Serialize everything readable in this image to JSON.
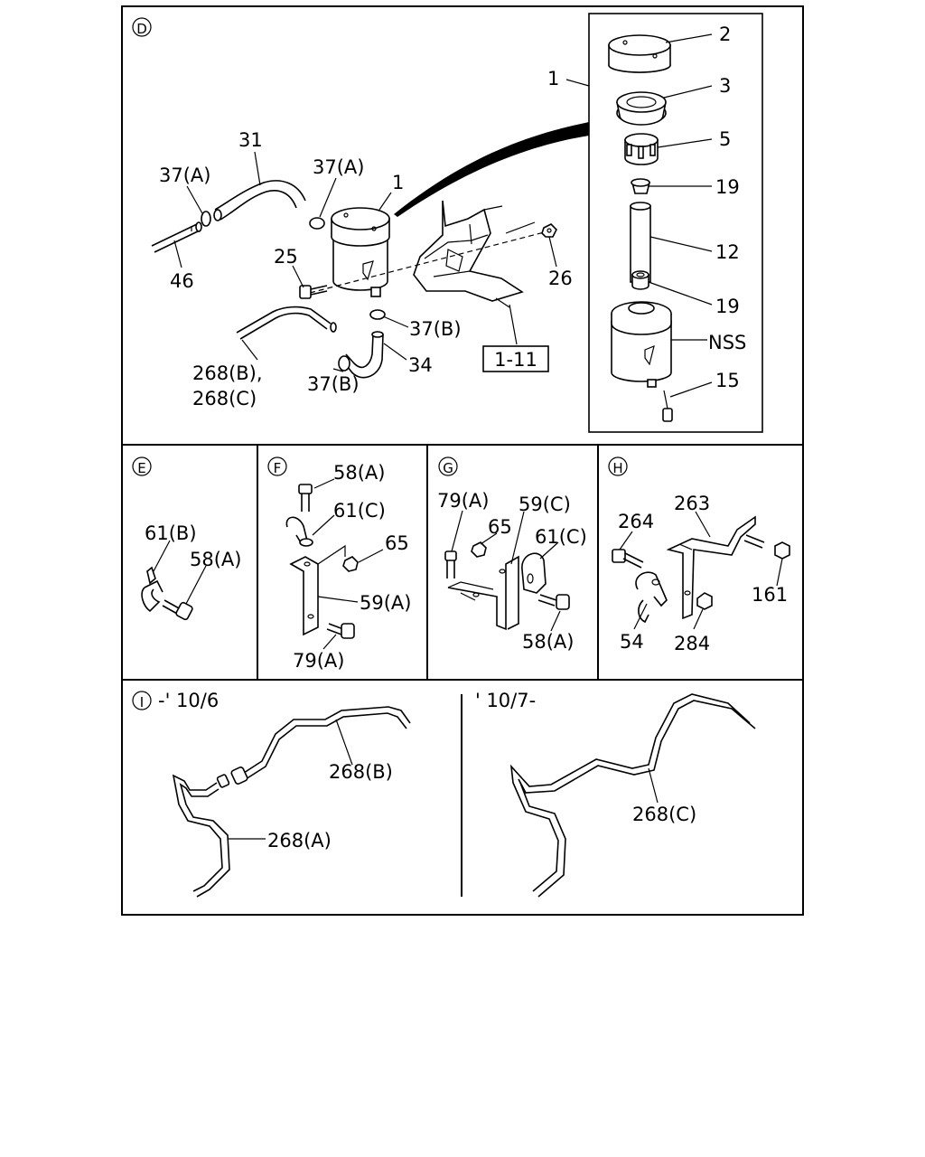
{
  "panels": {
    "D": {
      "letter": "D"
    },
    "E": {
      "letter": "E"
    },
    "F": {
      "letter": "F"
    },
    "G": {
      "letter": "G"
    },
    "H": {
      "letter": "H"
    },
    "I": {
      "letter": "I",
      "date_early": "-' 10/6",
      "date_late": "' 10/7-"
    }
  },
  "labels": {
    "d_2": "2",
    "d_1_main": "1",
    "d_3": "3",
    "d_5": "5",
    "d_19a": "19",
    "d_12": "12",
    "d_19b": "19",
    "d_nss": "NSS",
    "d_15": "15",
    "d_31": "31",
    "d_37a_l": "37(A)",
    "d_37a_r": "37(A)",
    "d_1_tank": "1",
    "d_46": "46",
    "d_25": "25",
    "d_26": "26",
    "d_37b_r": "37(B)",
    "d_34": "34",
    "d_37b_l": "37(B)",
    "d_268bc_1": "268(B),",
    "d_268bc_2": "268(C)",
    "d_ref": "1-11",
    "e_61b": "61(B)",
    "e_58a": "58(A)",
    "f_58a": "58(A)",
    "f_61c": "61(C)",
    "f_65": "65",
    "f_59a": "59(A)",
    "f_79a": "79(A)",
    "g_79a": "79(A)",
    "g_59c": "59(C)",
    "g_65": "65",
    "g_61c": "61(C)",
    "g_58a": "58(A)",
    "h_263": "263",
    "h_264": "264",
    "h_161": "161",
    "h_54": "54",
    "h_284": "284",
    "i_268b": "268(B)",
    "i_268a": "268(A)",
    "i_268c": "268(C)"
  }
}
